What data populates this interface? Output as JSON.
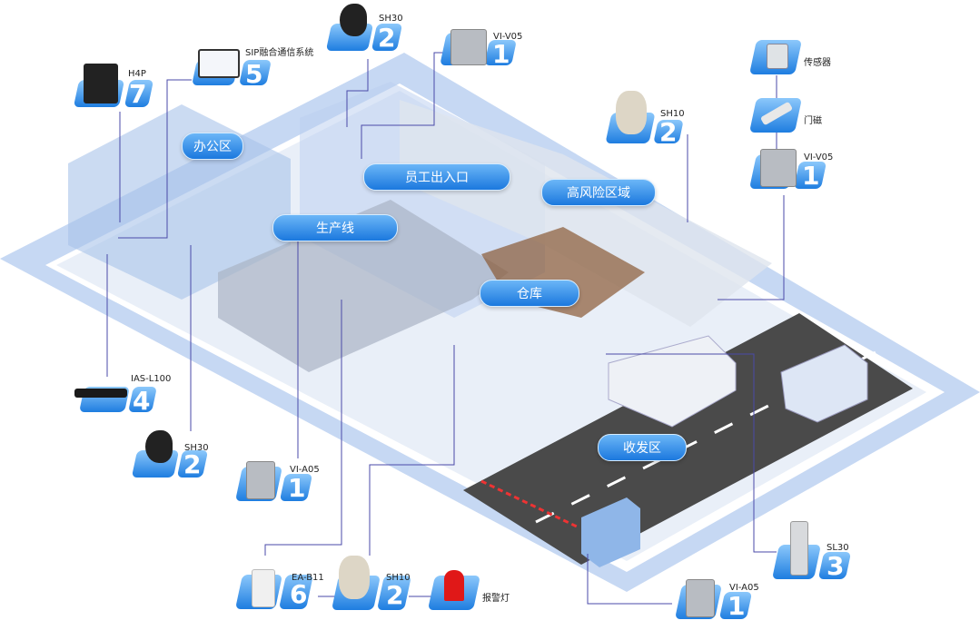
{
  "zones": {
    "office": "办公区",
    "entrance": "员工出入口",
    "high_risk": "高风险区域",
    "production": "生产线",
    "warehouse": "仓库",
    "shipping": "收发区"
  },
  "devices": {
    "h4p": {
      "label": "H4P",
      "count": "7",
      "icon": "ip-phone-icon"
    },
    "sip": {
      "label": "SIP融合通信系统",
      "count": "5",
      "icon": "monitor-icon"
    },
    "sh30_top": {
      "label": "SH30",
      "count": "2",
      "icon": "horn-speaker-icon"
    },
    "viv05_top": {
      "label": "VI-V05",
      "count": "1",
      "icon": "intercom-icon"
    },
    "sh10_right": {
      "label": "SH10",
      "count": "2",
      "icon": "horn-speaker-icon"
    },
    "sensor": {
      "label": "传感器",
      "icon": "sensor-icon"
    },
    "door": {
      "label": "门磁",
      "icon": "door-magnet-icon"
    },
    "viv05_right": {
      "label": "VI-V05",
      "count": "1",
      "icon": "intercom-icon"
    },
    "ias": {
      "label": "IAS-L100",
      "count": "4",
      "icon": "server-icon"
    },
    "sh30_left": {
      "label": "SH30",
      "count": "2",
      "icon": "horn-speaker-icon"
    },
    "via05_left": {
      "label": "VI-A05",
      "count": "1",
      "icon": "intercom-icon"
    },
    "eab11": {
      "label": "EA-B11",
      "count": "6",
      "icon": "alarm-button-icon"
    },
    "sh10_bottom": {
      "label": "SH10",
      "count": "2",
      "icon": "horn-speaker-icon"
    },
    "alarm_light": {
      "label": "报警灯",
      "icon": "alarm-light-icon"
    },
    "via05_right": {
      "label": "VI-A05",
      "count": "1",
      "icon": "intercom-icon"
    },
    "sl30": {
      "label": "SL30",
      "count": "3",
      "icon": "column-speaker-icon"
    }
  },
  "colors": {
    "accent": "#1e7de0",
    "line": "#4a4aa8",
    "floor": "#c9d9f2",
    "road": "#4a4a4a"
  }
}
